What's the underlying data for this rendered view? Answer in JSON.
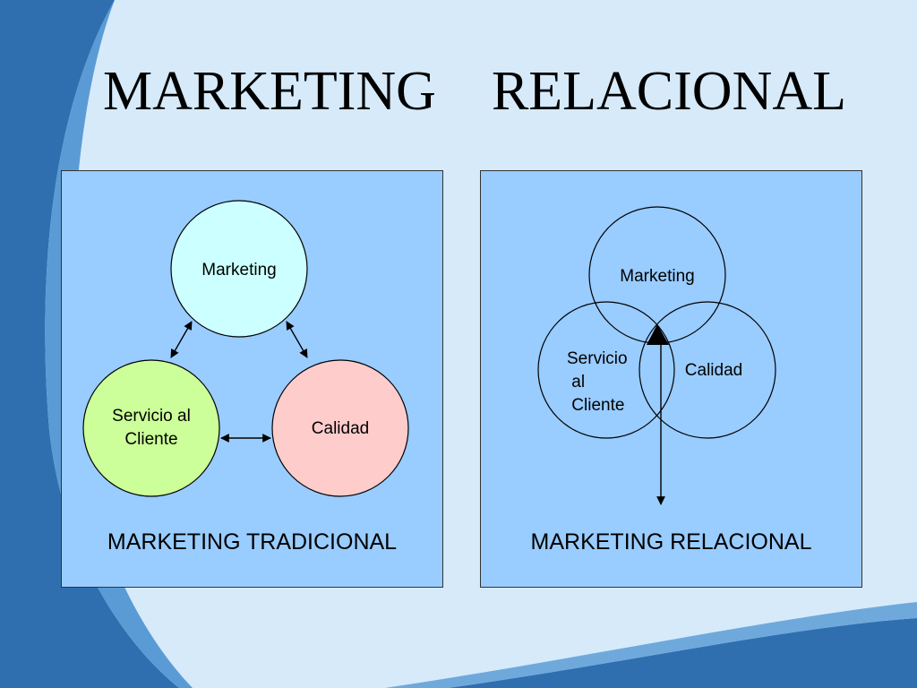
{
  "slide": {
    "title": "MARKETING    RELACIONAL"
  },
  "diagram_left": {
    "caption": "MARKETING TRADICIONAL",
    "nodes": {
      "marketing": "Marketing",
      "servicio": "Servicio al\nCliente",
      "calidad": "Calidad"
    },
    "colors": {
      "marketing": "#ccffff",
      "servicio": "#ccff99",
      "calidad": "#ffcccc"
    }
  },
  "diagram_right": {
    "caption": "MARKETING RELACIONAL",
    "nodes": {
      "marketing": "Marketing",
      "servicio": "Servicio\n al\n Cliente",
      "calidad": "Calidad"
    }
  },
  "colors": {
    "background": "#d6eafa",
    "panel": "#99ccff",
    "accent_dark": "#1f5a99",
    "accent_mid": "#3d83c5"
  }
}
